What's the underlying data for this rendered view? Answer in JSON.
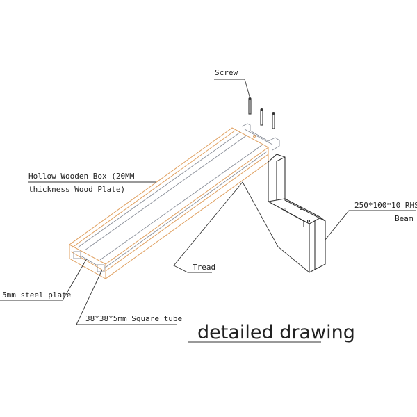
{
  "labels": {
    "screw": "Screw",
    "wooden_box_line1": "Hollow Wooden Box (20MM",
    "wooden_box_line2": "thickness Wood Plate)",
    "rhs_line1": "250*100*10 RHS",
    "rhs_line2": "Beam",
    "tread": "Tread",
    "steel_plate": "5mm steel plate",
    "square_tube": "38*38*5mm Square tube"
  },
  "title": "detailed drawing",
  "colors": {
    "wood_outline": "#e0a060",
    "steel_outline": "#333333"
  }
}
